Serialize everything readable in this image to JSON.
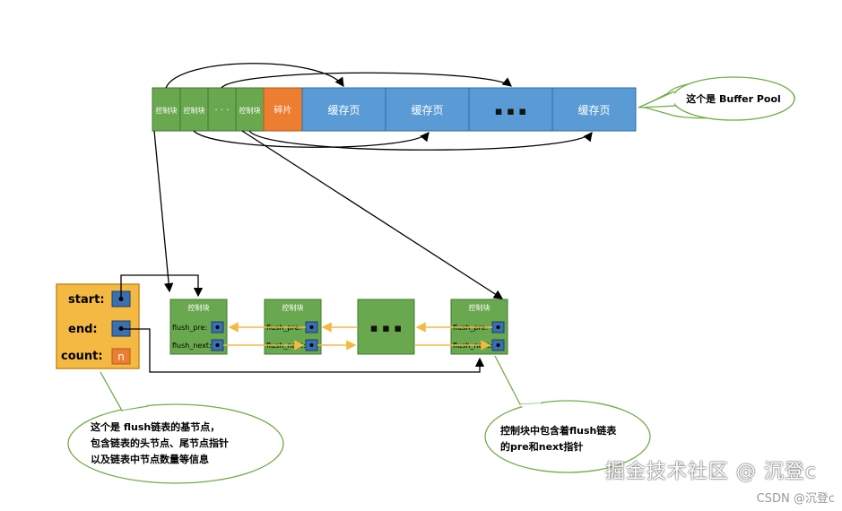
{
  "buffer_pool": {
    "control_block_label": "控制块",
    "dots_small": "· · ·",
    "fragment_label": "碎片",
    "cache_page_label": "缓存页",
    "dots_big": "▪ ▪ ▪"
  },
  "callouts": {
    "buffer_pool": "这个是 Buffer Pool",
    "base_node_line1": "这个是 flush链表的基节点，",
    "base_node_line2": "包含链表的头节点、尾节点指针",
    "base_node_line3": "以及链表中节点数量等信息",
    "control_block_line1": "控制块中包含着flush链表",
    "control_block_line2": "的pre和next指针"
  },
  "base_node": {
    "start_label": "start:",
    "end_label": "end:",
    "count_label": "count:",
    "count_value": "n"
  },
  "flush_list": {
    "node_title": "控制块",
    "pre_label": "flush_pre:",
    "next_label": "flush_next:",
    "dots": "▪ ▪ ▪"
  },
  "watermark": {
    "main": "掘金技术社区 @ 沉登c",
    "sub": "CSDN @沉登c"
  },
  "colors": {
    "green": "#6aa84f",
    "blue": "#5b9bd5",
    "orange": "#ed7d31",
    "yellow": "#f4b942",
    "callout_border": "#70ad47",
    "arrow_yellow": "#f4b942"
  }
}
